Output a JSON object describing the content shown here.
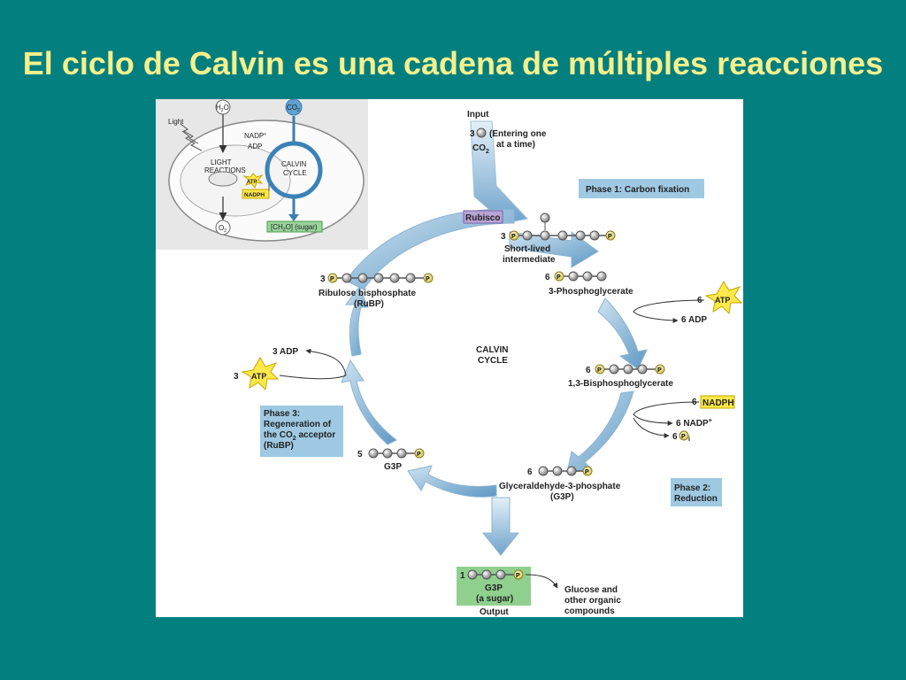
{
  "slide": {
    "title": "El ciclo de Calvin es una cadena de múltiples reacciones"
  },
  "inset": {
    "light": "Light",
    "h2o": "H",
    "h2o_sub": "2",
    "h2o_o": "O",
    "co2": "CO",
    "co2_sub": "2",
    "nadp": "NADP",
    "nadp_sup": "+",
    "adp": "ADP",
    "light_reactions_1": "LIGHT",
    "light_reactions_2": "REACTIONS",
    "calvin_1": "CALVIN",
    "calvin_2": "CYCLE",
    "atp": "ATP",
    "nadph": "NADPH",
    "o2": "O",
    "o2_sub": "2",
    "sugar": "[CH",
    "sugar_sub": "2",
    "sugar_rest": "O] (sugar)"
  },
  "diagram": {
    "input": "Input",
    "input_count": "3",
    "entering_1": "(Entering one",
    "entering_2": "at a time)",
    "co2": "CO",
    "co2_sub": "2",
    "phase1": "Phase 1: Carbon fixation",
    "rubisco": "Rubisco",
    "intermediate_count": "3",
    "short_lived_1": "Short-lived",
    "short_lived_2": "intermediate",
    "pga_count": "6",
    "pga": "3-Phosphoglycerate",
    "atp_count_right": "6",
    "atp": "ATP",
    "adp_right": "6 ADP",
    "bpg_count": "6",
    "bpg": "1,3-Bisphosphoglycerate",
    "nadph_count": "6",
    "nadph": "NADPH",
    "nadp_out": "6 NADP",
    "nadp_out_sup": "+",
    "pi_count": "6",
    "pi": "i",
    "phase2_1": "Phase 2:",
    "phase2_2": "Reduction",
    "g3p_count": "6",
    "g3p_1": "Glyceraldehyde-3-phosphate",
    "g3p_2": "(G3P)",
    "output_count": "1",
    "output_g3p": "G3P",
    "output_sugar": "(a sugar)",
    "output": "Output",
    "glucose_1": "Glucose and",
    "glucose_2": "other organic",
    "glucose_3": "compounds",
    "calvin_1": "CALVIN",
    "calvin_2": "CYCLE",
    "g3p5_count": "5",
    "g3p5": "G3P",
    "phase3_1": "Phase 3:",
    "phase3_2": "Regeneration of",
    "phase3_3": "the CO",
    "phase3_3_sub": "2",
    "phase3_3_rest": " acceptor",
    "phase3_4": "(RuBP)",
    "adp_left": "3 ADP",
    "atp_count_left": "3",
    "rubp_count": "3",
    "rubp_1": "Ribulose bisphosphate",
    "rubp_2": "(RuBP)",
    "p": "P"
  },
  "colors": {
    "background": "#037f7f",
    "title": "#f5f08c",
    "arrow": "#7fb0d2",
    "box": "#9fc9e3",
    "atp_star": "#ffe84a",
    "output_box": "#8fd08f"
  }
}
